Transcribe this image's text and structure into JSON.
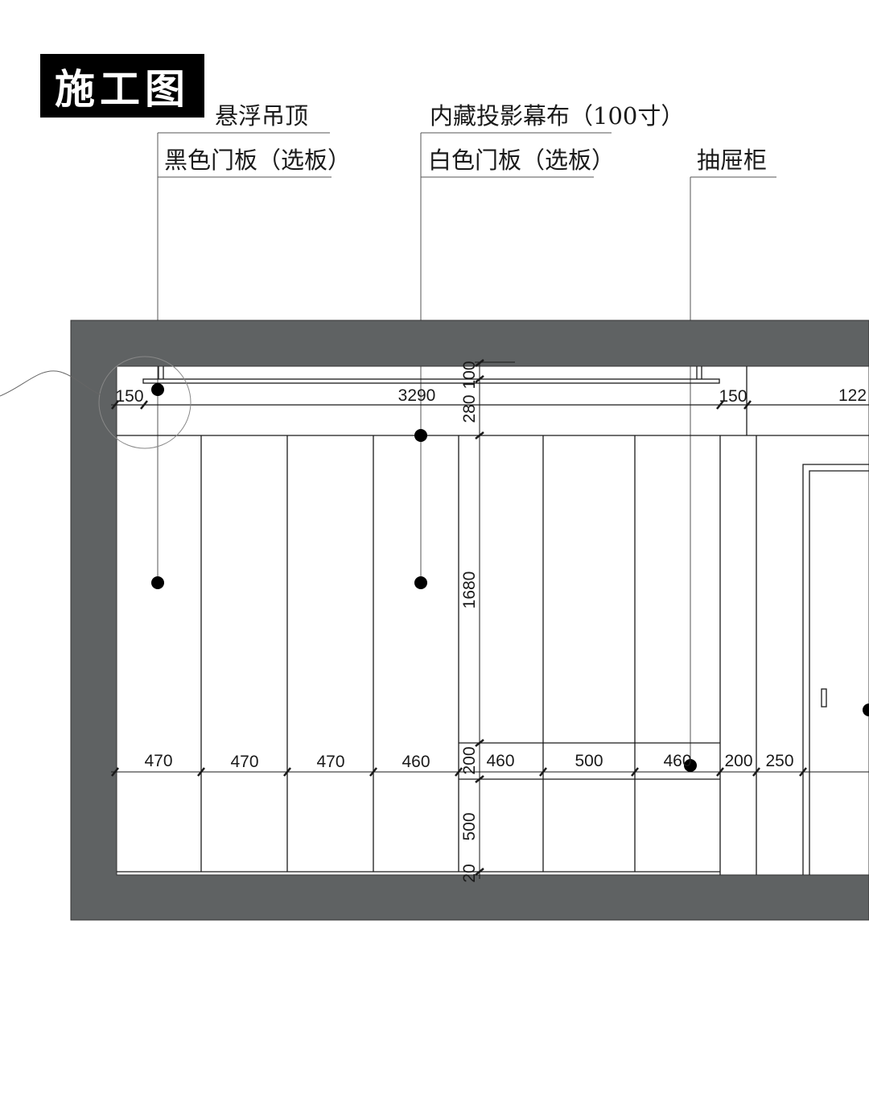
{
  "title": "施工图",
  "callouts": {
    "suspended_ceiling": "悬浮吊顶",
    "black_door_panel": "黑色门板（选板）",
    "hidden_projection_screen": "内藏投影幕布（100寸）",
    "white_door_panel": "白色门板（选板）",
    "drawer_cabinet": "抽屉柜"
  },
  "dimensions": {
    "top_left_150": "150",
    "top_span_3290": "3290",
    "top_right_150": "150",
    "top_far_right": "122",
    "vert_100": "100",
    "vert_280": "280",
    "vert_1680": "1680",
    "vert_200": "200",
    "vert_500": "500",
    "vert_20": "20",
    "panel_1": "470",
    "panel_2": "470",
    "panel_3": "470",
    "panel_4": "460",
    "panel_5": "460",
    "panel_6": "500",
    "panel_7": "460",
    "panel_8": "200",
    "panel_9": "250"
  },
  "colors": {
    "wall": "#5f6263",
    "line": "#1a1a1a",
    "background": "#ffffff"
  }
}
